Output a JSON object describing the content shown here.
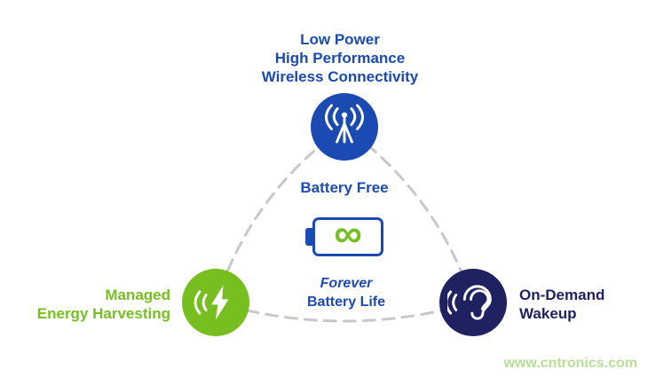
{
  "title": {
    "line1": "Low Power",
    "line2": "High Performance",
    "line3": "Wireless Connectivity"
  },
  "nodes": {
    "wireless": {
      "icon": "antenna-signal-icon",
      "label": "Battery Free",
      "circle_color": "#1A4AB2"
    },
    "harvesting": {
      "icon": "lightning-waves-icon",
      "label_line1": "Managed",
      "label_line2": "Energy Harvesting",
      "circle_color": "#77BE21"
    },
    "wakeup": {
      "icon": "ear-listening-icon",
      "label_line1": "On-Demand",
      "label_line2": "Wakeup",
      "circle_color": "#1F2161"
    }
  },
  "center": {
    "infinity_symbol": "∞",
    "caption_line1": "Forever",
    "caption_line2": "Battery Life"
  },
  "watermark": "www.cntronics.com",
  "colors": {
    "blue": "#1A4AB2",
    "green": "#77BE21",
    "navy": "#1F2161",
    "dash_gray": "#C8C8C8",
    "watermark_green": "#B7E096"
  }
}
